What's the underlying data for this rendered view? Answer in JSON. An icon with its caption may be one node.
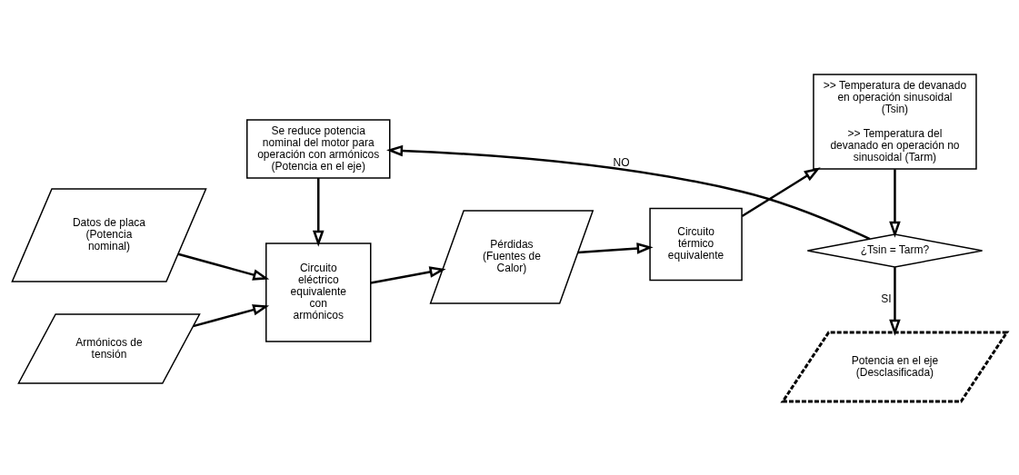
{
  "diagram": {
    "nodes": [
      {
        "text": [
          "Datos de placa (Potencia nominal)"
        ]
      },
      {
        "text": [
          "Armónicos de tensión"
        ]
      },
      {
        "text": [
          "Circuito eléctrico equivalente con armónicos"
        ]
      },
      {
        "text": [
          "Pérdidas (Fuentes de Calor)"
        ]
      },
      {
        "text": [
          "Circuito térmico equivalente"
        ]
      },
      {
        "text": [
          ">> Temperatura de devanado en operación sinusoidal (Tsin)",
          ">> Temperatura del devanado en operación no sinusoidal (Tarm)"
        ]
      },
      {
        "text": [
          "¿Tsin = Tarm?"
        ]
      },
      {
        "text": [
          "Se reduce potencia nominal del motor para operación con armónicos (Potencia en el eje)"
        ]
      },
      {
        "text": [
          "Potencia en el eje (Desclasificada)"
        ]
      }
    ],
    "edges": [
      {
        "from": 0,
        "to": 2,
        "arrow": "to"
      },
      {
        "from": 1,
        "to": 2,
        "arrow": "to"
      },
      {
        "from": 2,
        "to": 3,
        "arrow": "to"
      },
      {
        "from": 3,
        "to": 4,
        "arrow": "to"
      },
      {
        "from": 4,
        "to": 5,
        "arrow": "to"
      },
      {
        "from": 5,
        "to": 6,
        "arrow": "to"
      },
      {
        "from": 6,
        "to": 7,
        "arrow": "to",
        "label": "NO"
      },
      {
        "from": 7,
        "to": 2,
        "arrow": "to"
      },
      {
        "from": 6,
        "to": 8,
        "arrow": "to",
        "label": "SI"
      }
    ]
  }
}
